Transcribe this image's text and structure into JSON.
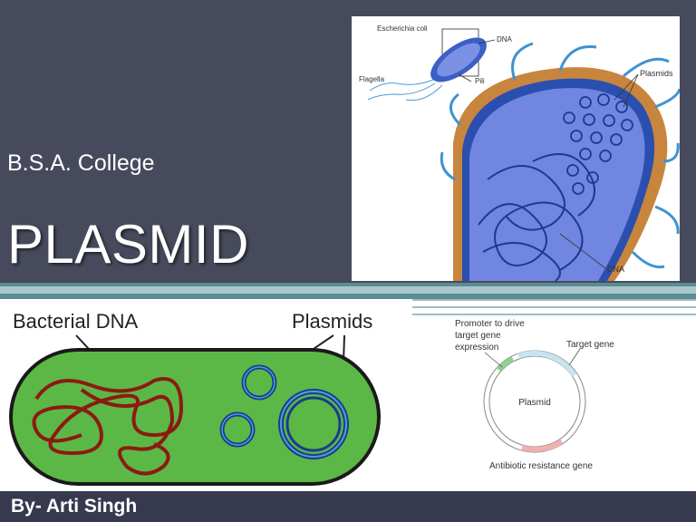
{
  "slide": {
    "subtitle": "B.S.A. College",
    "title": "PLASMID",
    "author": "By- Arti Singh"
  },
  "top_figure": {
    "labels": {
      "organism": "Escherichia coli",
      "dna_top": "DNA",
      "flagella": "Flagella",
      "pili": "Pili",
      "plasmids": "Plasmids",
      "dna_bottom": "DNA"
    }
  },
  "bacteria_figure": {
    "label_left": "Bacterial DNA",
    "label_right": "Plasmids"
  },
  "plasmid_map": {
    "promoter_line1": "Promoter to drive",
    "promoter_line2": "target gene",
    "promoter_line3": "expression",
    "target_gene": "Target gene",
    "center": "Plasmid",
    "antibiotic": "Antibiotic resistance gene"
  },
  "colors": {
    "background": "#464a5c",
    "footer": "#373a4e",
    "band": "#5b8c94"
  }
}
